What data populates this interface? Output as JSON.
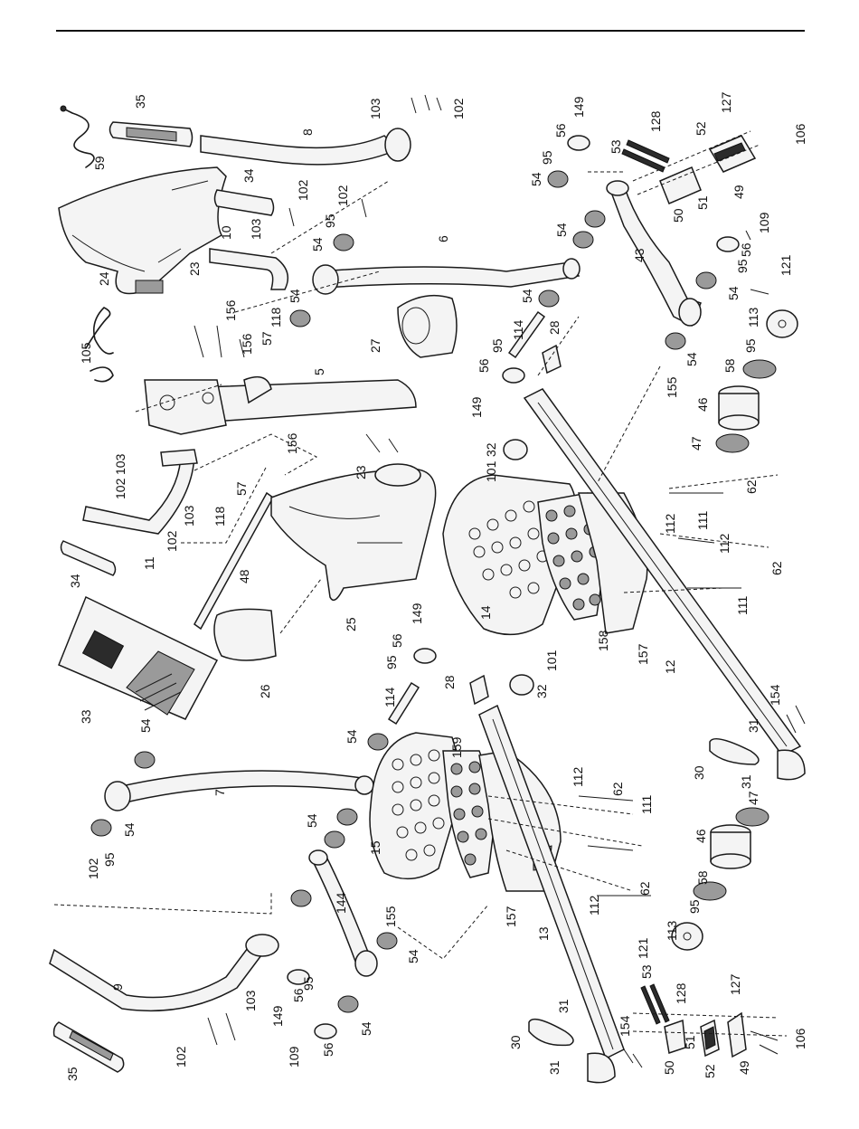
{
  "labels": {
    "l35a": "35",
    "l59": "59",
    "l8": "8",
    "l103a": "103",
    "l102a": "102",
    "l34a": "34",
    "l10": "10",
    "l103b": "103",
    "l102b": "102",
    "l102c": "102",
    "l95a": "95",
    "l54a": "54",
    "l24": "24",
    "l23a": "23",
    "l105": "105",
    "l156a": "156",
    "l156b": "156",
    "l118a": "118",
    "l57a": "57",
    "l5": "5",
    "l6": "6",
    "l27": "27",
    "l54b": "54",
    "l114a": "114",
    "l28a": "28",
    "l95b": "95",
    "l56a": "56",
    "l149a": "149",
    "l103c": "103",
    "l102d": "102",
    "l103d": "103",
    "l102e": "102",
    "l118b": "118",
    "l57b": "57",
    "l156c": "156",
    "l23b": "23",
    "l11": "11",
    "l34b": "34",
    "l48": "48",
    "l25": "25",
    "l26": "26",
    "l33": "33",
    "l32a": "32",
    "l101a": "101",
    "l14": "14",
    "l158": "158",
    "l157a": "157",
    "l12": "12",
    "l149b": "149",
    "l56b": "56",
    "l95c": "95",
    "l54c": "54",
    "l54d": "54",
    "l53a": "53",
    "l128a": "128",
    "l52a": "52",
    "l127a": "127",
    "l106a": "106",
    "l50a": "50",
    "l51a": "51",
    "l49a": "49",
    "l43": "43",
    "l109a": "109",
    "l56c": "56",
    "l95d": "95",
    "l54e": "54",
    "l121a": "121",
    "l113a": "113",
    "l95e": "95",
    "l58a": "58",
    "l46a": "46",
    "l47a": "47",
    "l54f": "54",
    "l155a": "155",
    "l62a": "62",
    "l112a": "112",
    "l111a": "111",
    "l112b": "112",
    "l62b": "62",
    "l111b": "111",
    "l54g": "54",
    "l7": "7",
    "l54h": "54",
    "l95f": "95",
    "l102f": "102",
    "l54i": "54",
    "l54j": "54",
    "l9": "9",
    "l102g": "102",
    "l103e": "103",
    "l35b": "35",
    "l149c": "149",
    "l56d": "56",
    "l95g": "95",
    "l109b": "109",
    "l56e": "56",
    "l54k": "54",
    "l144": "144",
    "l155b": "155",
    "l54l": "54",
    "l15": "15",
    "l95h": "95",
    "l149d": "149",
    "l56f": "56",
    "l114b": "114",
    "l28b": "28",
    "l101b": "101",
    "l32b": "32",
    "l159": "159",
    "l112c": "112",
    "l62c": "62",
    "l111c": "111",
    "l157b": "157",
    "l13": "13",
    "l112d": "112",
    "l62d": "62",
    "l31a": "31",
    "l30a": "30",
    "l31b": "31",
    "l154a": "154",
    "l47b": "47",
    "l46b": "46",
    "l58b": "58",
    "l95i": "95",
    "l113b": "113",
    "l121b": "121",
    "l53b": "53",
    "l128b": "128",
    "l127b": "127",
    "l106b": "106",
    "l31c": "31",
    "l30b": "30",
    "l31d": "31",
    "l154b": "154",
    "l50b": "50",
    "l51b": "51",
    "l52b": "52",
    "l49b": "49"
  }
}
